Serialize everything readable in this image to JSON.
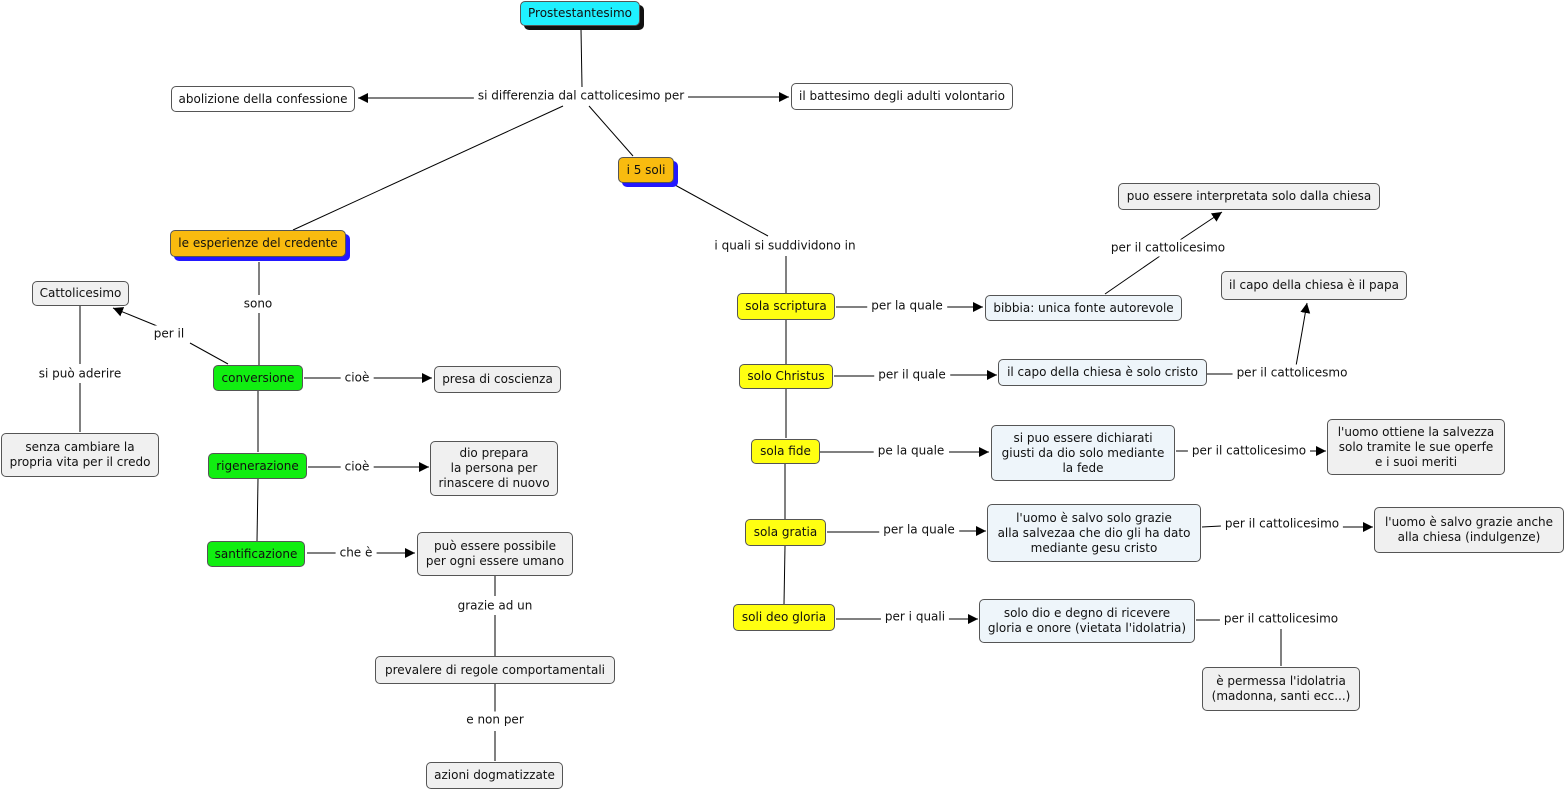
{
  "concepts": {
    "prot": "Prostestantesimo",
    "abolizione": "abolizione della confessione",
    "battesimo": "il battesimo degli adulti volontario",
    "cinque_soli": "i 5 soli",
    "esperienze": "le esperienze del credente",
    "cattolicesimo": "Cattolicesimo",
    "senza_cambiare": "senza cambiare la\npropria vita per il credo",
    "conversione": "conversione",
    "rigenerazione": "rigenerazione",
    "santificazione": "santificazione",
    "presa": "presa di coscienza",
    "dio_prepara": "dio prepara\nla persona per\nrinascere di nuovo",
    "possibile": "può essere possibile\nper ogni essere umano",
    "prevalere": "prevalere di regole comportamentali",
    "azioni": "azioni dogmatizzate",
    "sola_scriptura": "sola scriptura",
    "solo_christus": "solo Christus",
    "sola_fide": "sola fide",
    "sola_gratia": "sola gratia",
    "soli_deo": "soli deo gloria",
    "bibbia": "bibbia: unica fonte autorevole",
    "interpretata": "puo essere interpretata solo dalla chiesa",
    "capo_cristo": "il capo della chiesa è solo cristo",
    "capo_papa": "il capo della chiesa è il papa",
    "giusti": "si puo essere dichiarati\ngiusti da dio solo mediante\nla fede",
    "salvezza_opere": "l'uomo ottiene la salvezza\nsolo tramite le sue operfe\ne i suoi meriti",
    "salvo_grazie": "l'uomo è salvo solo grazie\nalla salvezaa che dio gli ha dato\nmediante gesu cristo",
    "salvo_chiesa": "l'uomo è salvo grazie anche\nalla chiesa (indulgenze)",
    "solo_dio": "solo dio e degno di ricevere\ngloria e onore (vietata l'idolatria)",
    "idolatria": "è permessa  l'idolatria\n(madonna, santi ecc...)"
  },
  "link_labels": {
    "si_differenzia": "si differenzia dal cattolicesimo per",
    "sono": "sono",
    "per_il": "per il",
    "si_puo_aderire": "si può aderire",
    "cioe_1": "cioè",
    "cioe_2": "cioè",
    "che_e": "che è",
    "grazie_ad_un": "grazie ad un",
    "e_non_per": "e non per",
    "i_quali": "i quali si suddividono in",
    "per_la_quale_1": "per la quale",
    "per_il_quale": "per il quale",
    "pe_la_quale": "pe la quale",
    "per_la_quale_2": "per la quale",
    "per_i_quali": "per i quali",
    "per_il_catt_1": "per il cattolicesimo",
    "per_il_cattolicesmo": "per il cattolicesmo",
    "per_il_catt_2": "per il cattolicesimo",
    "per_il_catt_3": "per il cattolicesimo",
    "per_il_catt_4": "per il cattolicesimo"
  },
  "colors": {
    "root": "#1ff0ff",
    "category": "#f9bb0f",
    "experience": "#11ee11",
    "sola": "#ffff11",
    "line": "#000000"
  }
}
